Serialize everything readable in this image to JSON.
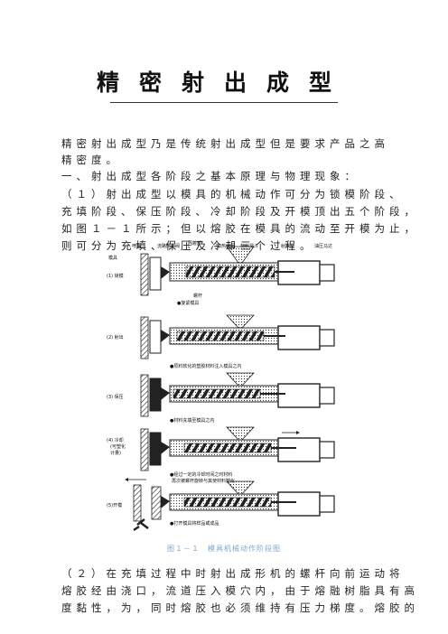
{
  "title": "精密射出成型",
  "intro": {
    "line1": "精密射出成型乃是传统射出成型但是要求产品之高",
    "line2": "精密度。"
  },
  "section1": {
    "heading": "一、射出成型各阶段之基本原理与物理现象：",
    "lines": [
      "（１）射出成型以模具的机械动作可分为锁模阶段、",
      "充填阶段、保压阶段、冷却阶段及开模顶出五个阶段，",
      "如图１－１所示；但以熔胶在模具的流动至开模为止，",
      "则可分为充填、保压及冷却三个过程。"
    ]
  },
  "figure": {
    "top_labels": [
      "喷嘴",
      "流路防止阀",
      "固着部",
      "加热线圈",
      "材料漏斗",
      "射出缸",
      "油压马达"
    ],
    "side_label_mold": "模具",
    "screw_label": "螺杆",
    "stage_labels": [
      "(1) 锁模",
      "(2) 射出",
      "(3) 保压",
      "(4) 冷却\n(可塑化\n计量)",
      "(5)开模"
    ],
    "notes": [
      "●旋紧模具",
      "●原料软化的塑胶材料注入模具之内",
      "●材料充填至模具之内",
      "●经过一定的冷却时间之时材料\n 再次被螺杆旋转与其使材料塑化",
      "●打开模具将样品或成品"
    ],
    "caption": "图１－１　模具机械动作阶段图"
  },
  "section2": {
    "lines": [
      "（２）在充填过程中时射出成形机的螺杆向前运动将",
      "熔胶经由浇口，流道压入模穴内，由于熔融树脂具有高",
      "度黏性，为，同时熔胶也必须维持有压力梯度。熔胶的"
    ]
  }
}
